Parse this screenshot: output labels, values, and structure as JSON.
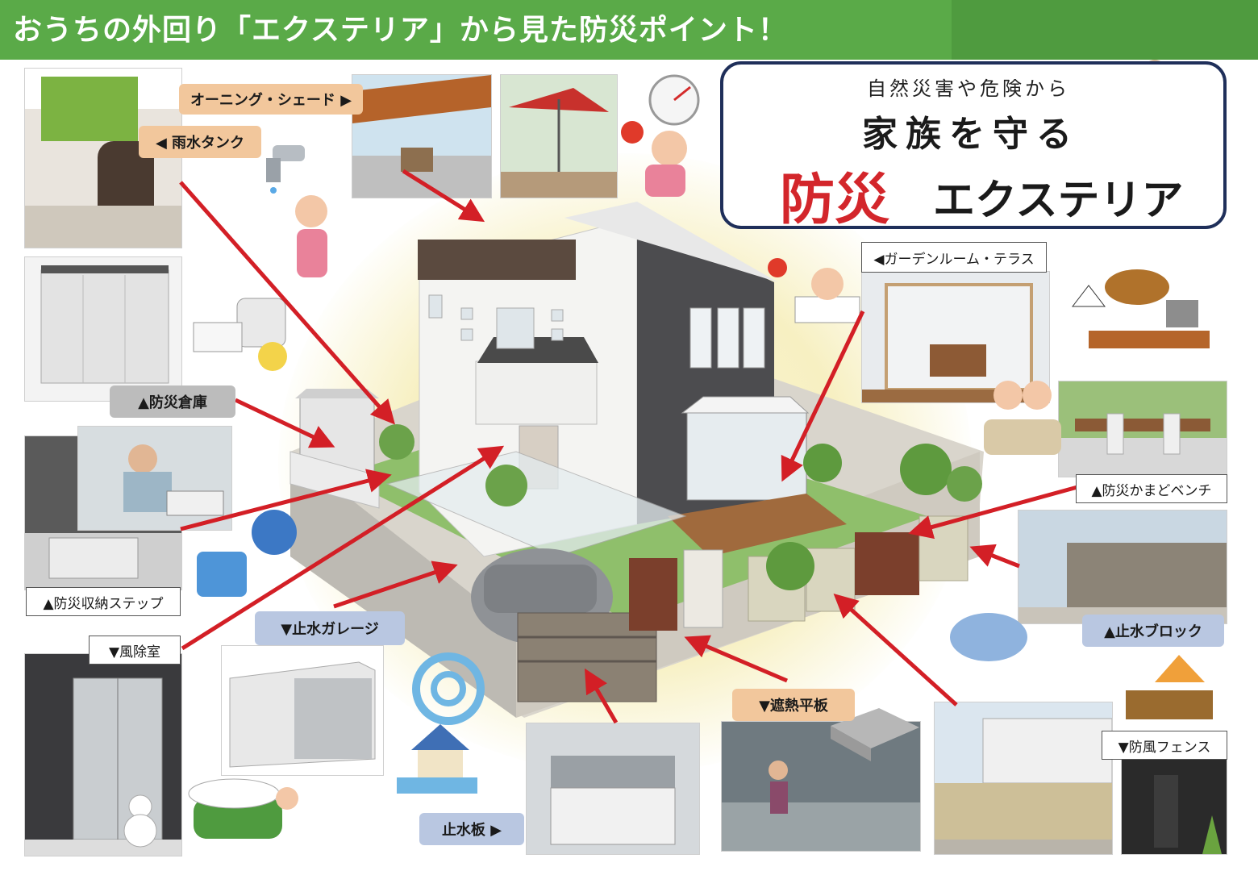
{
  "header": {
    "title": "おうちの外回り「エクステリア」から見た防災ポイント！"
  },
  "logo": {
    "line1": "自然災害や危険から",
    "line2": "家族を守る",
    "line3": "防災",
    "line4": "エクステリア"
  },
  "labels": {
    "awning": "オーニング・シェード ▶",
    "rain_tank": "◀ 雨水タンク",
    "storage": "▲防災倉庫",
    "step": "▲防災収納ステップ",
    "windbreak_room": "▼風除室",
    "flood_garage": "▼止水ガレージ",
    "flood_board": "止水板 ▶",
    "heat_slab": "▼遮熱平板",
    "garden_room": "◀ガーデンルーム・テラス",
    "bench": "▲防災かまどベンチ",
    "flood_block": "▲止水ブロック",
    "wind_fence": "▼防風フェンス"
  },
  "icons": {
    "faucet": "faucet-icon",
    "thermometer": "thermometer-icon",
    "sun": "sun-icon",
    "typhoon": "typhoon-icon",
    "snowman": "snowman-icon",
    "cloud": "wind-cloud-icon"
  },
  "colors": {
    "header_green": "#5aaa48",
    "arrow_red": "#d31f26",
    "label_peach": "#f2c79c",
    "label_blue": "#b9c7e1",
    "label_gray": "#bcbcbc",
    "logo_red": "#d3262b",
    "logo_border": "#1f2f5a"
  }
}
